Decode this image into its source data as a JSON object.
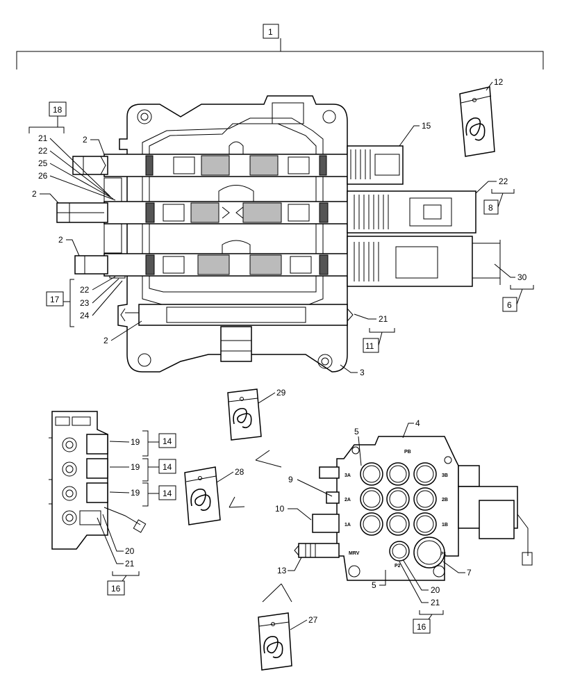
{
  "callouts": {
    "c1": "1",
    "c2": "2",
    "c3": "3",
    "c4": "4",
    "c5": "5",
    "c6": "6",
    "c7": "7",
    "c8": "8",
    "c9": "9",
    "c10": "10",
    "c11": "11",
    "c12": "12",
    "c13": "13",
    "c14": "14",
    "c15": "15",
    "c16": "16",
    "c17": "17",
    "c18": "18",
    "c19": "19",
    "c20": "20",
    "c21": "21",
    "c22": "22",
    "c23": "23",
    "c24": "24",
    "c25": "25",
    "c26": "26",
    "c27": "27",
    "c28": "28",
    "c29": "29",
    "c30": "30"
  },
  "ports": {
    "p3a": "3A",
    "p2a": "2A",
    "p1a": "1A",
    "p3b": "3B",
    "p2b": "2B",
    "p1b": "1B",
    "pb": "PB",
    "p1": "P1",
    "p2": "P2",
    "mrv": "MRV"
  }
}
